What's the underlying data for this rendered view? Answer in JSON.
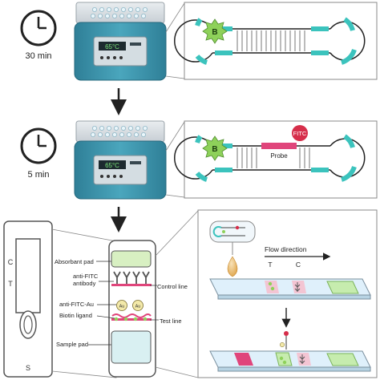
{
  "step1": {
    "time": "30 min",
    "temperature": "65°C"
  },
  "step2": {
    "time": "5 min",
    "temperature": "65°C"
  },
  "duplex": {
    "biotin": "B",
    "fitc": "FITC",
    "probe": "Probe"
  },
  "strip_labels": {
    "absorbant_pad": "Absorbant pad",
    "anti_fitc_line1": "anti-FITC",
    "anti_fitc_line2": "antibody",
    "control_line": "Control line",
    "anti_fitc_au": "anti-FITC-Au",
    "biotin_ligand": "Biotin ligand",
    "test_line": "Test line",
    "sample_pad": "Sample pad",
    "au": "Au"
  },
  "cassette": {
    "c": "C",
    "t": "T",
    "s": "S"
  },
  "flow": {
    "direction": "Flow direction",
    "t": "T",
    "c": "C"
  },
  "colors": {
    "teal": "#3bc3bd",
    "incubator": "#3a8ea6",
    "pink": "#e0457b",
    "red": "#d62e4a",
    "green": "#8ed15a"
  }
}
